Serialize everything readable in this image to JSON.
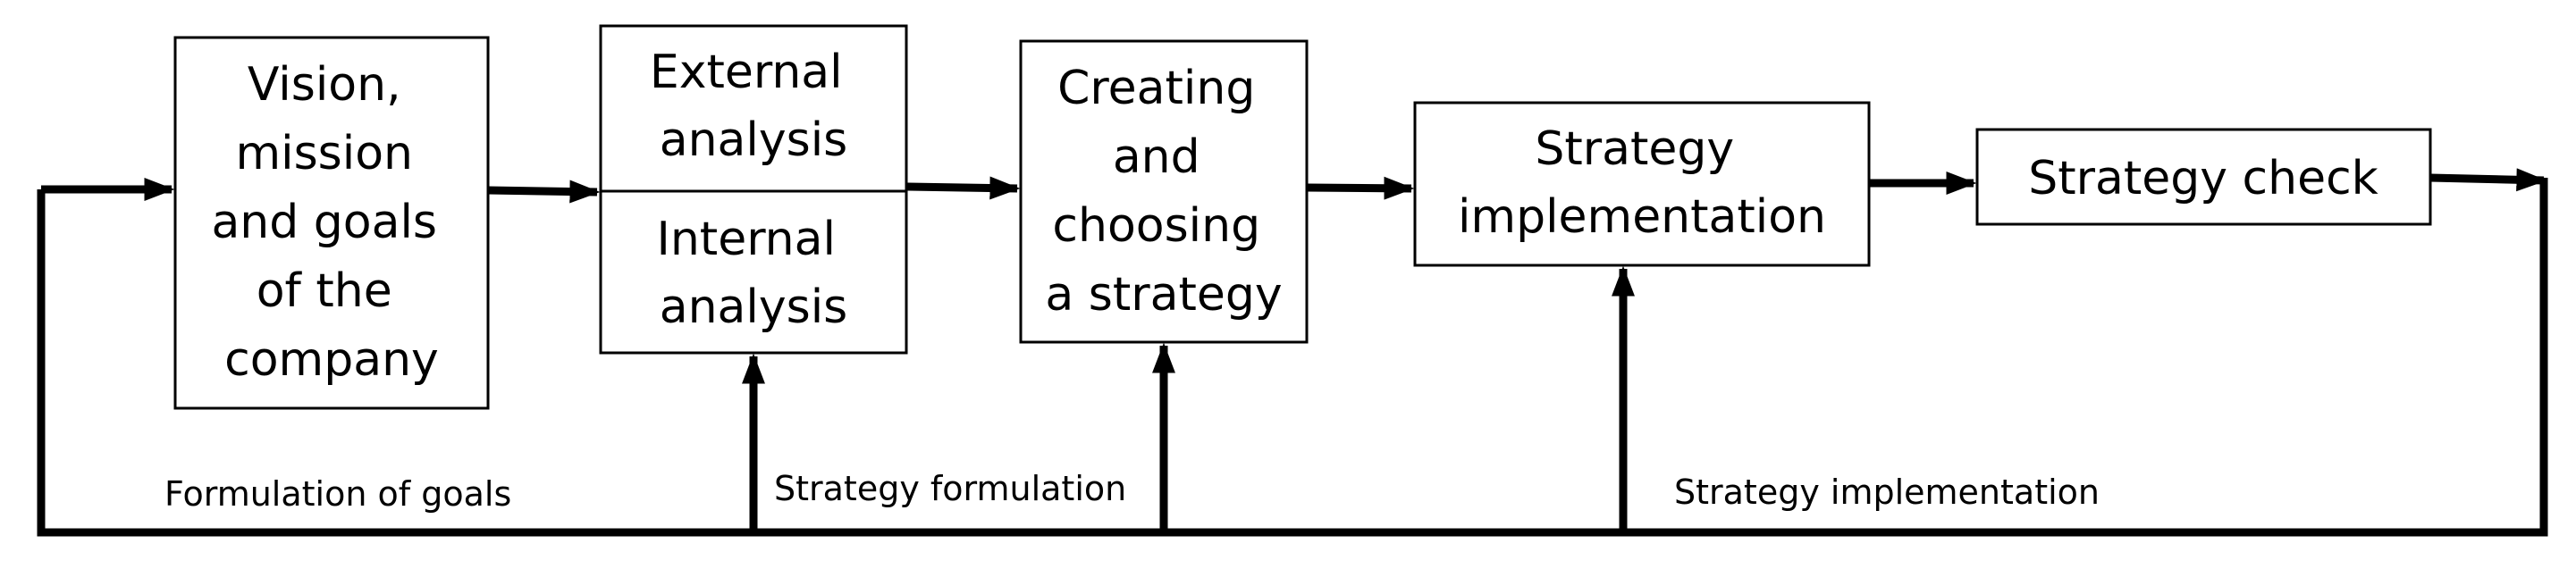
{
  "boxes": {
    "vision": {
      "lines": [
        "Vision,",
        "mission",
        "and goals",
        "of the",
        "company"
      ]
    },
    "external": {
      "lines": [
        "External",
        "analysis"
      ]
    },
    "internal": {
      "lines": [
        "Internal",
        "analysis"
      ]
    },
    "creating": {
      "lines": [
        "Creating",
        "and",
        "choosing",
        "a strategy"
      ]
    },
    "implementation": {
      "lines": [
        "Strategy",
        "implementation"
      ]
    },
    "check": {
      "lines": [
        "Strategy check"
      ]
    }
  },
  "labels": {
    "formulation_of_goals": "Formulation of goals",
    "strategy_formulation": "Strategy formulation",
    "strategy_implementation": "Strategy implementation"
  },
  "colors": {
    "line": "#000000",
    "background": "#ffffff"
  }
}
